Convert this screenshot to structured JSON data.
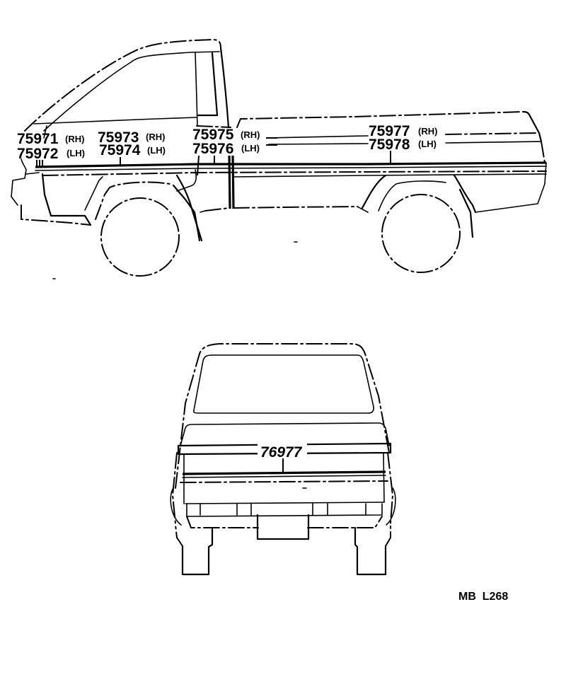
{
  "diagram": {
    "type": "parts-illustration",
    "subject": "pickup truck body side molding / stripe",
    "side_view": {
      "callouts": [
        {
          "id": "c1",
          "rh": {
            "part": "75971",
            "side": "(RH)"
          },
          "lh": {
            "part": "75972",
            "side": "(LH)"
          }
        },
        {
          "id": "c2",
          "rh": {
            "part": "75973",
            "side": "(RH)"
          },
          "lh": {
            "part": "75974",
            "side": "(LH)"
          }
        },
        {
          "id": "c3",
          "rh": {
            "part": "75975",
            "side": "(RH)"
          },
          "lh": {
            "part": "75976",
            "side": "(LH)"
          }
        },
        {
          "id": "c4",
          "rh": {
            "part": "75977",
            "side": "(RH)"
          },
          "lh": {
            "part": "75978",
            "side": "(LH)"
          }
        }
      ]
    },
    "rear_view": {
      "callout": {
        "part": "76977"
      }
    },
    "reference_code": "MB  L268"
  },
  "colors": {
    "line": "#000000",
    "background": "#ffffff"
  }
}
